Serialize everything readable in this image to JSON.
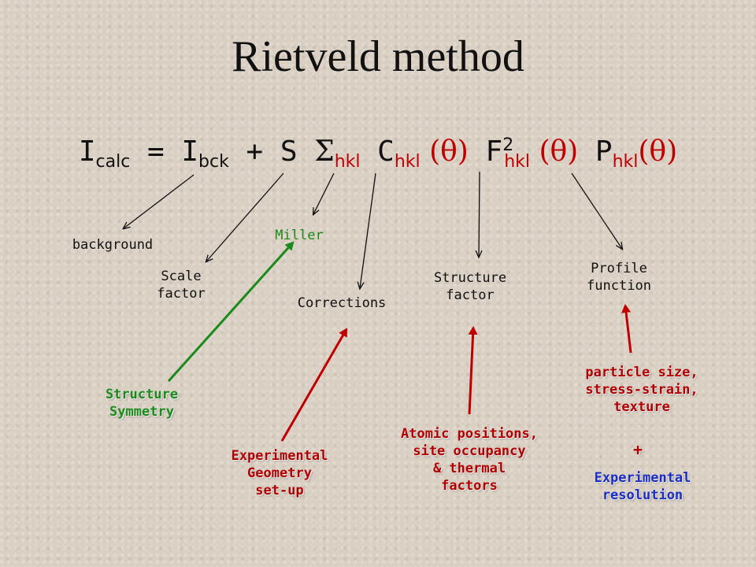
{
  "title": "Rietveld method",
  "formula": {
    "lhs_main": "I",
    "lhs_sub": "calc",
    "eq": " = ",
    "bck_main": "I",
    "bck_sub": "bck",
    "plus": " + ",
    "scale": "S ",
    "sigma": "Σ",
    "sigma_sub": "hkl",
    "c_main": " C",
    "c_sub": "hkl",
    "theta1": " (θ)",
    "f_main": " F",
    "f_sup": "2",
    "f_sub": "hkl",
    "theta2": " (θ)",
    "p_main": " P",
    "p_sub": "hkl",
    "theta3": "(θ)"
  },
  "labels": {
    "background": "background",
    "scale_1": "Scale",
    "scale_2": "factor",
    "miller": "Miller",
    "corrections": "Corrections",
    "structure_1": "Structure",
    "structure_2": "factor",
    "profile_1": "Profile",
    "profile_2": "function"
  },
  "sources": {
    "symmetry_1": "Structure",
    "symmetry_2": "Symmetry",
    "geometry_1": "Experimental",
    "geometry_2": "Geometry",
    "geometry_3": "set-up",
    "atomic_1": "Atomic positions,",
    "atomic_2": "site occupancy",
    "atomic_3": "& thermal",
    "atomic_4": "factors",
    "particle_1": "particle size,",
    "particle_2": "stress-strain,",
    "particle_3": "texture",
    "plus": "+",
    "resolution_1": "Experimental",
    "resolution_2": "resolution"
  },
  "colors": {
    "black_arrow": "#111111",
    "green_arrow": "#1a8a1a",
    "red_arrow": "#c00000"
  }
}
